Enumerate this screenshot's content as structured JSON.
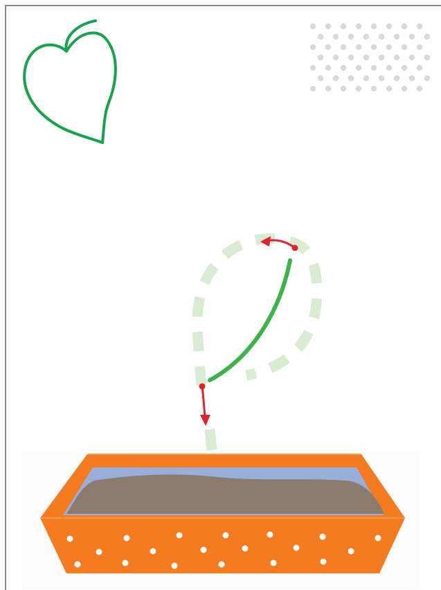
{
  "page": {
    "background": "#ffffff",
    "border_color": "#8a8a8a"
  },
  "illustration": {
    "leaf_icon": "heart-shaped-leaf-outline",
    "dot_pattern": "gray-dot-grid",
    "tracing_guide": "dashed-leaf-shape",
    "arrows": [
      "arrow-left-at-top",
      "arrow-down-at-stem"
    ],
    "planter": "orange-planter-box-with-soil"
  },
  "colors": {
    "leaf_outline": "#16a34a",
    "traced_stroke": "#3bb44a",
    "dash_guide": "#d8ecd2",
    "arrow": "#e0222a",
    "dots": "#d9d9d9",
    "planter_orange": "#f47b1f",
    "planter_inner": "#9aaedb",
    "soil": "#8b7b6d"
  }
}
